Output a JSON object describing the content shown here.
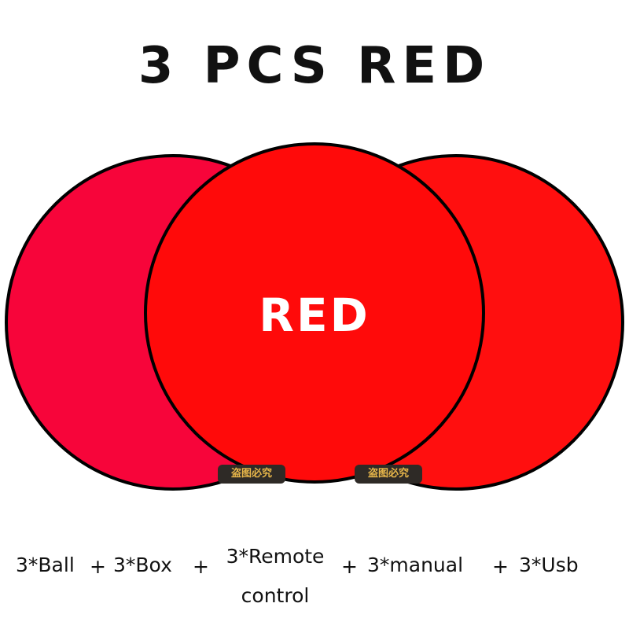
{
  "headline": "3 PCS RED",
  "center_label": "RED",
  "colors": {
    "left_circle": "#f7053a",
    "center_circle": "#ff0a0a",
    "right_circle": "#ff0f0f",
    "outline": "#000000",
    "watermark_bg": "#2e2a26",
    "watermark_text": "#e7b64a"
  },
  "watermarks": [
    "盗图必究",
    "盗图必究"
  ],
  "contents": {
    "ball": "3*Ball",
    "box": "3*Box",
    "remote_line1": "3*Remote",
    "remote_line2": "control",
    "manual": "3*manual",
    "usb": "3*Usb",
    "plus": "+"
  }
}
